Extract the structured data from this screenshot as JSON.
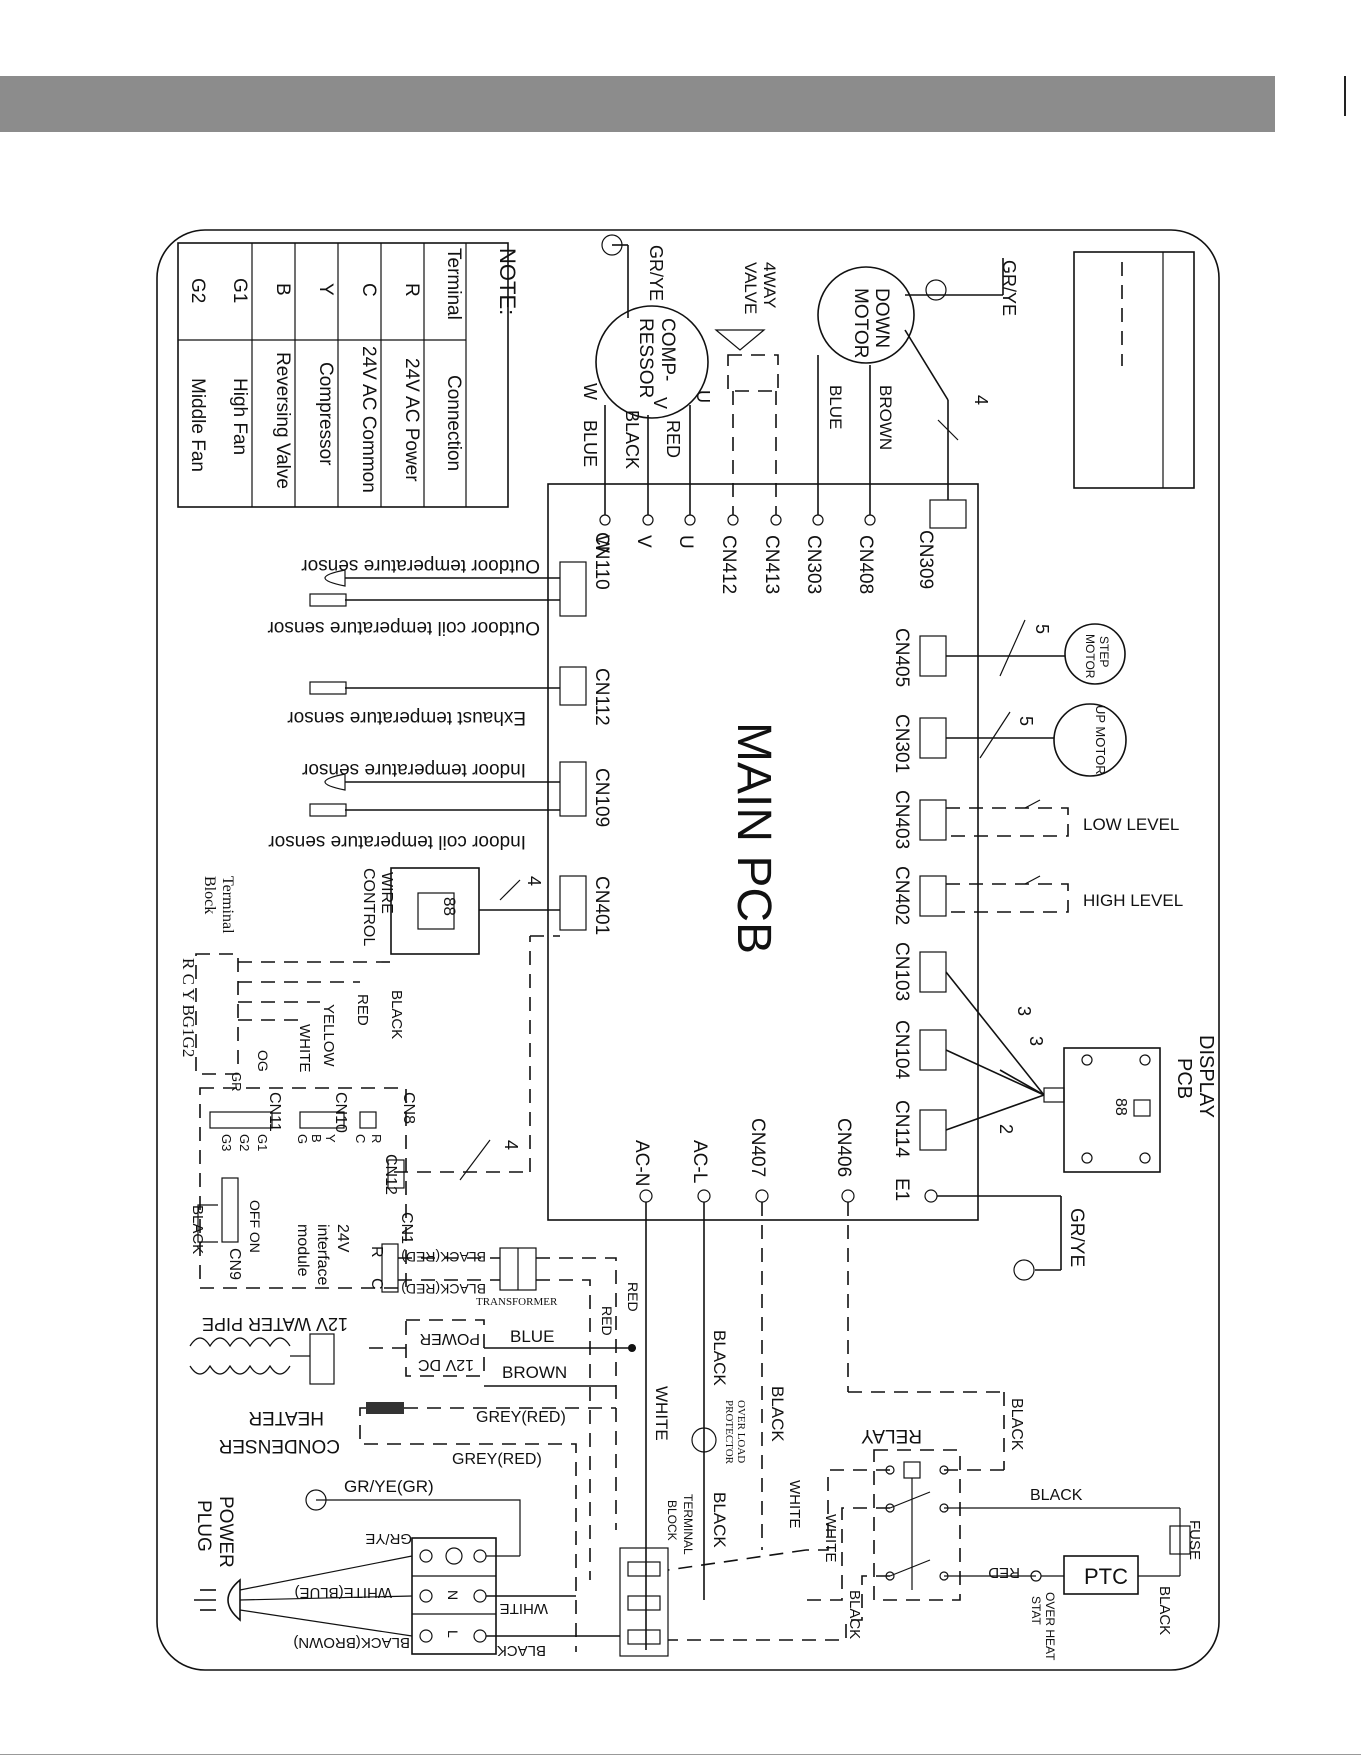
{
  "note": {
    "title": "NOTE:",
    "header": [
      "Terminal",
      "Connection"
    ],
    "rows": [
      [
        "R",
        "24V AC Power"
      ],
      [
        "C",
        "24V AC Common"
      ],
      [
        "Y",
        "Compressor"
      ],
      [
        "B",
        "Reversing Valve"
      ],
      [
        "G1",
        "High Fan"
      ],
      [
        "G2",
        "Middle Fan"
      ]
    ]
  },
  "main_pcb": {
    "title": "MAIN PCB"
  },
  "connectors": {
    "top": [
      "CN309",
      "CN408",
      "CN303",
      "CN413",
      "CN412",
      "U",
      "V",
      "W"
    ],
    "left": [
      "CN110",
      "CN112",
      "CN109",
      "CN401"
    ],
    "right": [
      "CN405",
      "CN301",
      "CN403",
      "CN402",
      "CN103",
      "CN104",
      "CN114"
    ],
    "bottom": [
      "CN406",
      "CN407",
      "AC-L",
      "AC-N",
      "E1"
    ],
    "cn12": "CN12",
    "cn8": "CN8",
    "cn10": "CN10",
    "cn11": "CN11",
    "cn1": "CN1",
    "cn9": "CN9"
  },
  "components": {
    "compressor": "COMP-\nRESSOR",
    "valve": "4WAY\nVALVE",
    "down_motor": "DOWN\nMOTOR",
    "step_motor": "STEP\nMOTOR",
    "up_motor": "UP MOTOR",
    "display_pcb": "DISPLAY\nPCB",
    "wire_control": "WIRE\nCONTROL",
    "transformer": "TRANSFORMER",
    "dc_power": "12V DC\nPOWER",
    "water_pipe": "12V  WATER PIPE",
    "condenser_heater": "CONDENSER\nHEATER",
    "power_plug": "POWER\nPLUG",
    "relay": "RELAY",
    "ptc": "PTC",
    "fuse": "FUSE",
    "over_heat_stat": "OVER HEAT\nSTAT",
    "over_load_protector": "OVER LOAD\nPROTECTOR",
    "terminal_block": "TERMINAL\nBLOCK",
    "interface_module": "24V\ninterface\nmodule",
    "terminal_block_small": "Terminal\nBlock",
    "terminal_letters": "R C Y BG1G2",
    "off_on": "OFF ON",
    "display_digits": "88"
  },
  "sensors": [
    "Outdoor temperature sensor",
    "Outdoor  coil temperature sensor",
    "Exhaust  temperature sensor",
    "Indoor temperature sensor",
    "Indoor coil temperature sensor"
  ],
  "levels": [
    "LOW LEVEL",
    "HIGH LEVEL"
  ],
  "wire_labels": {
    "gr_ye": "GR/YE",
    "red": "RED",
    "black": "BLACK",
    "blue": "BLUE",
    "brown": "BROWN",
    "white": "WHITE",
    "yellow": "YELLOW",
    "black_red": "BLACK(RED)",
    "grey_red": "GREY(RED)",
    "gr_ye_gr": "GR/YE(GR)",
    "white_blue": "WHITE(BLUE)",
    "black_brown": "BLACK(BROWN)",
    "w": "W",
    "u": "U",
    "v": "V",
    "og": "OG",
    "gr": "GR",
    "r": "R",
    "c": "C",
    "y": "Y",
    "b": "B",
    "g": "G",
    "g1": "G1",
    "g2": "G2",
    "g3": "G3",
    "n": "N",
    "l": "L"
  },
  "counts": {
    "n4": "4",
    "n5": "5",
    "n3": "3",
    "n2": "2"
  }
}
